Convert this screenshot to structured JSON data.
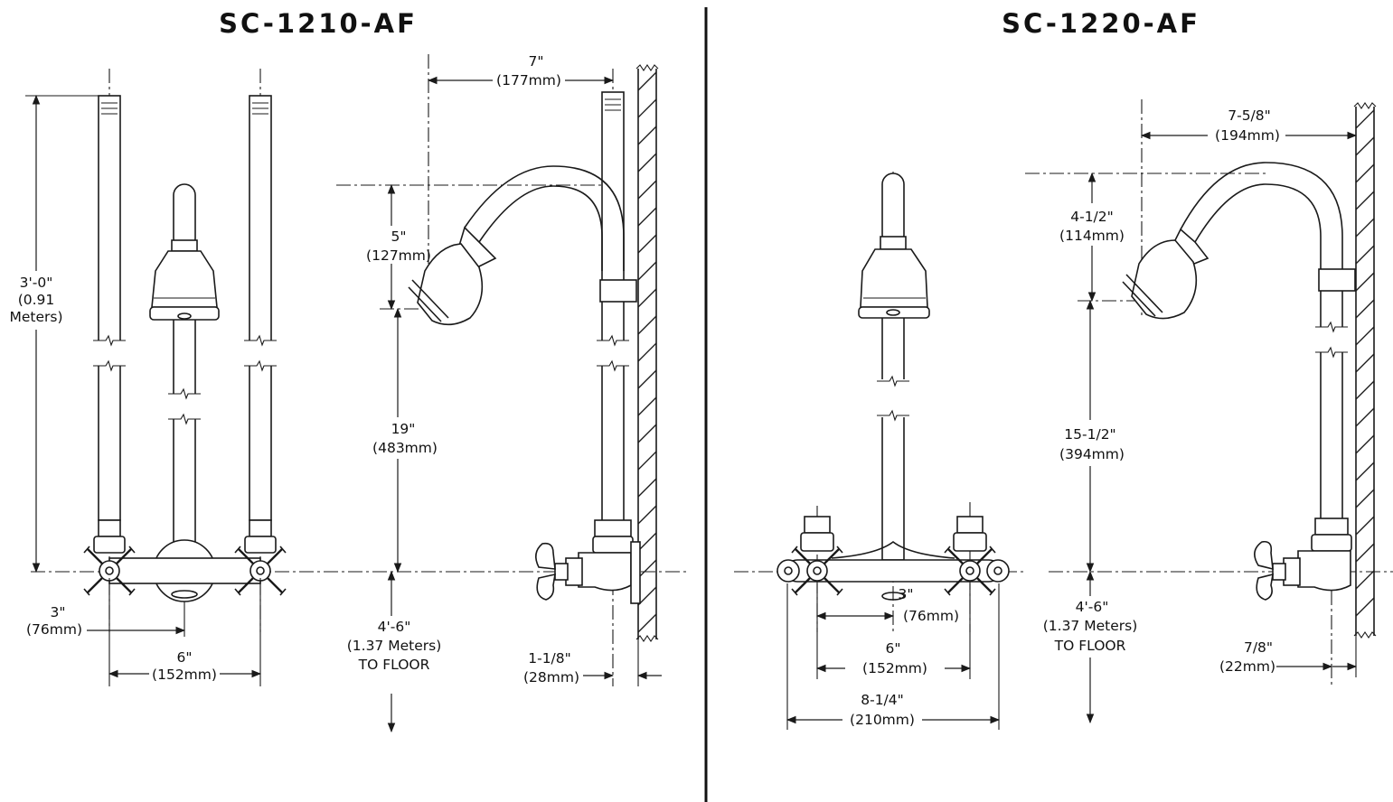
{
  "titles": {
    "left": "SC-1210-AF",
    "right": "SC-1220-AF"
  },
  "left_front": {
    "height": [
      "3'-0\"",
      "(0.91",
      "Meters)"
    ],
    "valve_offset": [
      "3\"",
      "(76mm)"
    ],
    "valve_spacing": [
      "6\"",
      "(152mm)"
    ]
  },
  "left_side": {
    "projection": [
      "7\"",
      "(177mm)"
    ],
    "arm_rise": [
      "5\"",
      "(127mm)"
    ],
    "head_to_valve": [
      "19\"",
      "(483mm)"
    ],
    "to_floor": [
      "4'-6\"",
      "(1.37 Meters)",
      "TO FLOOR"
    ],
    "wall_offset": [
      "1-1/8\"",
      "(28mm)"
    ]
  },
  "right_front": {
    "center_offset": [
      "3\"",
      "(76mm)"
    ],
    "valve_spacing": [
      "6\"",
      "(152mm)"
    ],
    "overall_width": [
      "8-1/4\"",
      "(210mm)"
    ]
  },
  "right_side": {
    "projection": [
      "7-5/8\"",
      "(194mm)"
    ],
    "arm_rise": [
      "4-1/2\"",
      "(114mm)"
    ],
    "head_to_valve": [
      "15-1/2\"",
      "(394mm)"
    ],
    "to_floor": [
      "4'-6\"",
      "(1.37 Meters)",
      "TO FLOOR"
    ],
    "wall_offset": [
      "7/8\"",
      "(22mm)"
    ]
  },
  "colors": {
    "line": "#1a1a1a",
    "background": "#ffffff"
  }
}
